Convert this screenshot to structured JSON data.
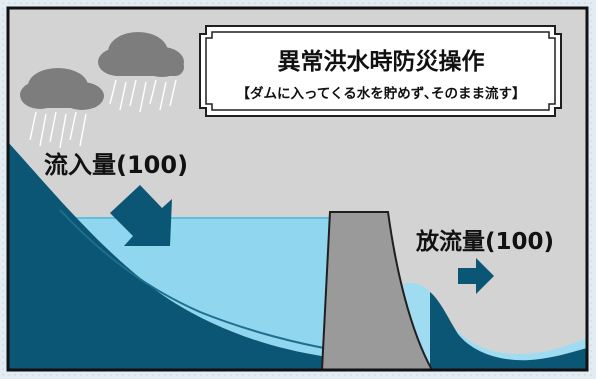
{
  "title": {
    "main": "異常洪水時防災操作",
    "sub": "【ダムに入ってくる水を貯めず､そのまま流す】"
  },
  "labels": {
    "inflow": "流入量(100)",
    "outflow": "放流量(100)"
  },
  "colors": {
    "sky": "#d3d3d3",
    "mountain": "#0a5674",
    "reservoir": "#8fd6ee",
    "river": "#9fdcf2",
    "dam": "#9a9a9a",
    "arrow": "#0a5674",
    "cloud": "#7d7d7d",
    "rain": "#ffffff",
    "frame": "#1f1f1f",
    "border": "#111111"
  }
}
